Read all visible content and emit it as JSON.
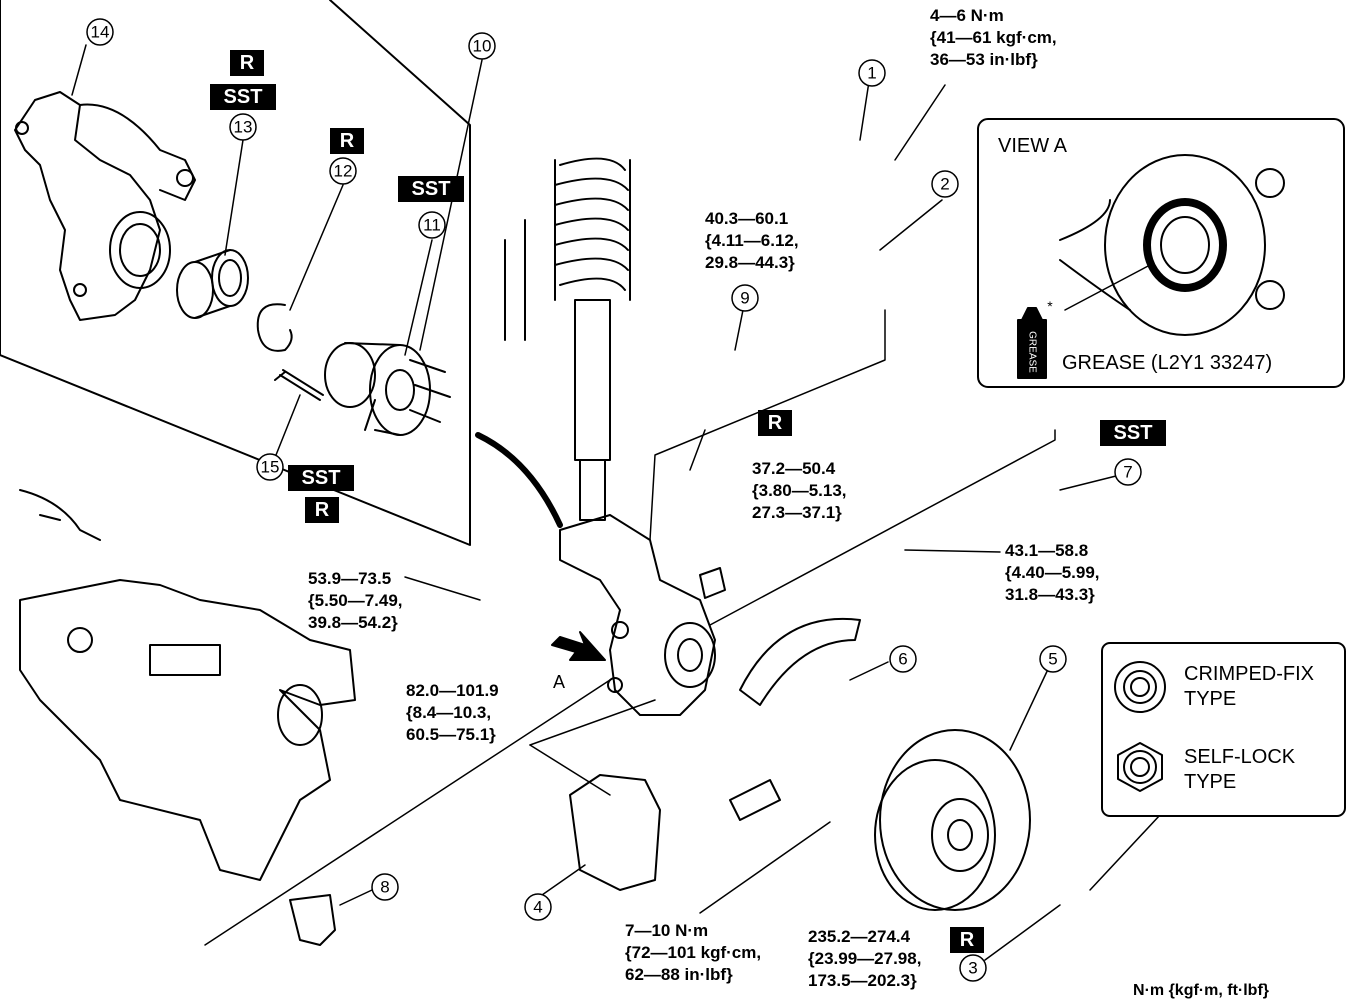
{
  "callouts": [
    "1",
    "2",
    "3",
    "4",
    "5",
    "6",
    "7",
    "8",
    "9",
    "10",
    "11",
    "12",
    "13",
    "14",
    "15"
  ],
  "badges": {
    "replace": "R",
    "special_tool": "SST"
  },
  "torques": {
    "t_sensor_bolt": [
      "4—6 N·m",
      "{41—61 kgf·cm,",
      "36—53 in·lbf}"
    ],
    "t_stabilizer_nut": [
      "40.3—60.1",
      "{4.11—6.12,",
      "29.8—44.3}"
    ],
    "t_tie_rod_nut": [
      "37.2—50.4",
      "{3.80—5.13,",
      "27.3—37.1}"
    ],
    "t_link_nut": [
      "43.1—58.8",
      "{4.40—5.99,",
      "31.8—43.3}"
    ],
    "t_strut_bolt": [
      "53.9—73.5",
      "{5.50—7.49,",
      "39.8—54.2}"
    ],
    "t_balljoint_bolt": [
      "82.0—101.9",
      "{8.4—10.3,",
      "60.5—75.1}"
    ],
    "t_shield_bolt": [
      "7—10 N·m",
      "{72—101 kgf·cm,",
      "62—88 in·lbf}"
    ],
    "t_hub_nut": [
      "235.2—274.4",
      "{23.99—27.98,",
      "173.5—202.3}"
    ]
  },
  "view_a": {
    "title": "VIEW A",
    "grease": "GREASE (L2Y1 33247)",
    "can_label": "GREASE",
    "star": "*"
  },
  "legend": {
    "crimped": [
      "CRIMPED-FIX",
      "TYPE"
    ],
    "selflock": [
      "SELF-LOCK",
      "TYPE"
    ]
  },
  "arrow_label": "A",
  "units": "N·m {kgf·m, ft·lbf}"
}
